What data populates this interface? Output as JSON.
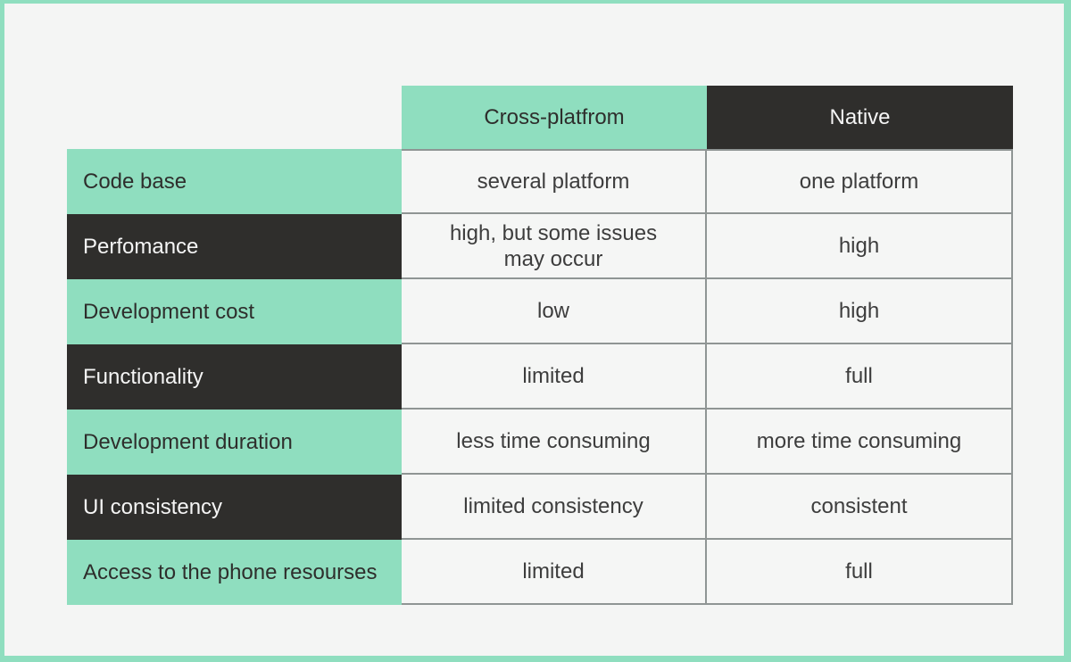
{
  "theme": {
    "mint": "#8fdebf",
    "dark": "#2f2e2c",
    "page_bg": "#f4f5f4",
    "cell_bg": "#f5f6f5",
    "border": "#8f9594",
    "label_text_on_mint": "#2e2e2c",
    "label_text_on_dark": "#f5f5f5",
    "value_text": "#3d3d3d"
  },
  "chart_data": {
    "type": "table",
    "columns": [
      "",
      "Cross-platfrom",
      "Native"
    ],
    "rows": [
      [
        "Code base",
        "several platform",
        "one platform"
      ],
      [
        "Perfomance",
        "high, but some issues\nmay occur",
        "high"
      ],
      [
        "Development cost",
        "low",
        "high"
      ],
      [
        "Functionality",
        "limited",
        "full"
      ],
      [
        "Development duration",
        "less time consuming",
        "more time consuming"
      ],
      [
        "UI consistency",
        "limited consistency",
        "consistent"
      ],
      [
        "Access to the phone resourses",
        "limited",
        "full"
      ]
    ]
  }
}
